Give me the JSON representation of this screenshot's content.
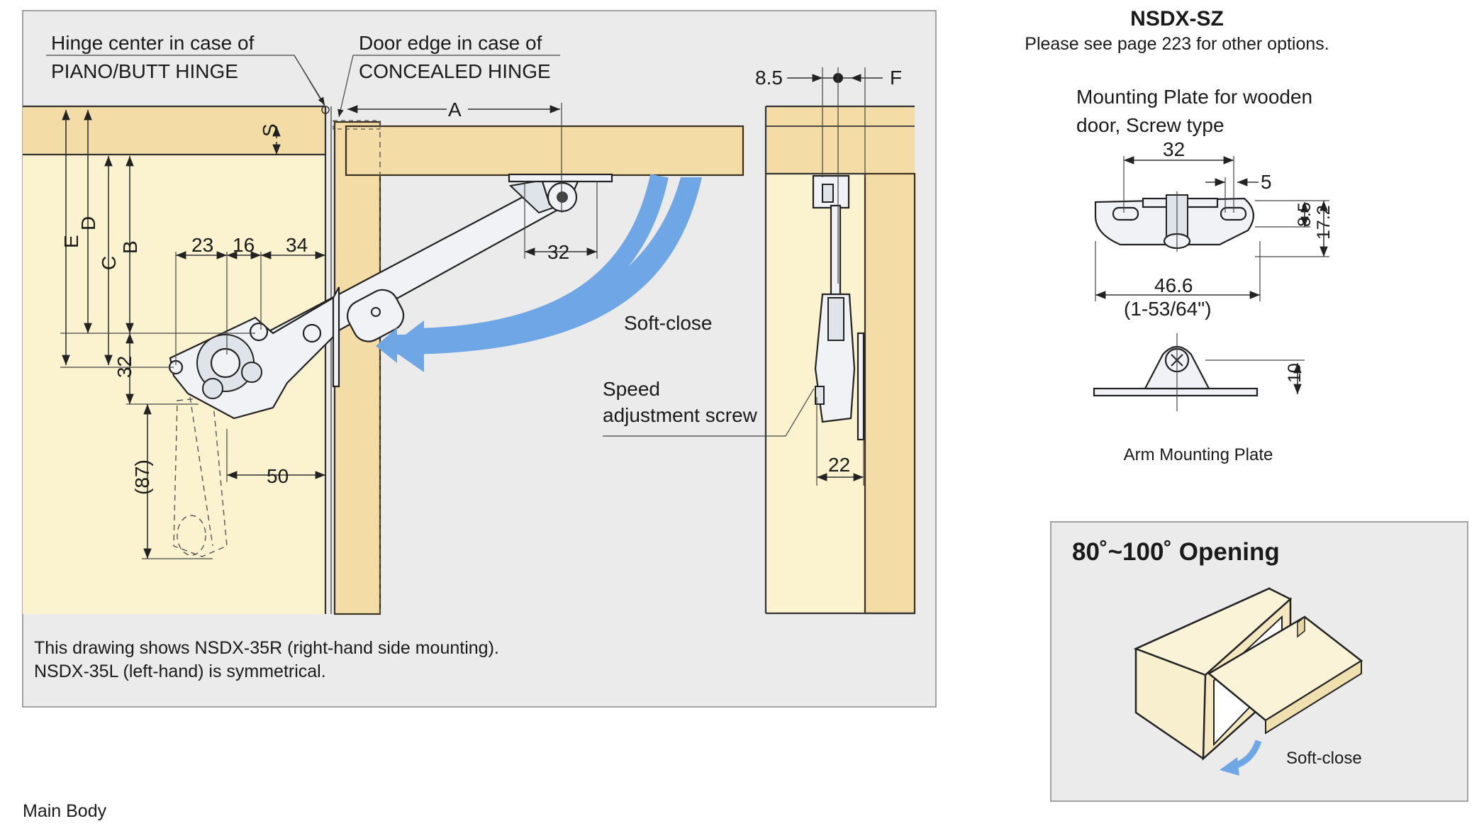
{
  "main_diagram": {
    "hinge_center_label": [
      "Hinge center  in case of",
      "PIANO/BUTT HINGE"
    ],
    "door_edge_label": [
      "Door edge in case of",
      "CONCEALED HINGE"
    ],
    "dims": {
      "A": "A",
      "S": "S",
      "E": "E",
      "D": "D",
      "C": "C",
      "B": "B",
      "F": "F",
      "d23": "23",
      "d16": "16",
      "d34": "34",
      "d32_left": "32",
      "d32_arm": "32",
      "d87": "(87)",
      "d50": "50",
      "d8_5": "8.5",
      "d22": "22"
    },
    "soft_close": "Soft-close",
    "speed_screw": [
      "Speed",
      "adjustment screw"
    ],
    "note": [
      "This drawing shows NSDX-35R (right-hand side mounting).",
      "NSDX-35L (left-hand) is symmetrical."
    ]
  },
  "footer": {
    "main_body": "Main Body"
  },
  "sidebar": {
    "model": "NSDX-SZ",
    "options_note": "Please see page 223 for other options.",
    "mounting_plate_title": [
      "Mounting Plate for wooden",
      "door, Screw type"
    ],
    "plate_dims": {
      "w32": "32",
      "w5": "5",
      "h8_5": "8.5",
      "h17_2": "17.2",
      "w46_6": "46.6",
      "w_inch": "(1-53/64\")",
      "h10": "10"
    },
    "arm_plate_caption": "Arm Mounting Plate"
  },
  "opening_box": {
    "title": "80˚~100˚ Opening",
    "soft_close": "Soft-close"
  },
  "colors": {
    "panel_bg": "#ebebeb",
    "wood": "#f3dca5",
    "cabinet_interior": "#fbf3d0",
    "arrow_blue": "#6fa6e6"
  }
}
